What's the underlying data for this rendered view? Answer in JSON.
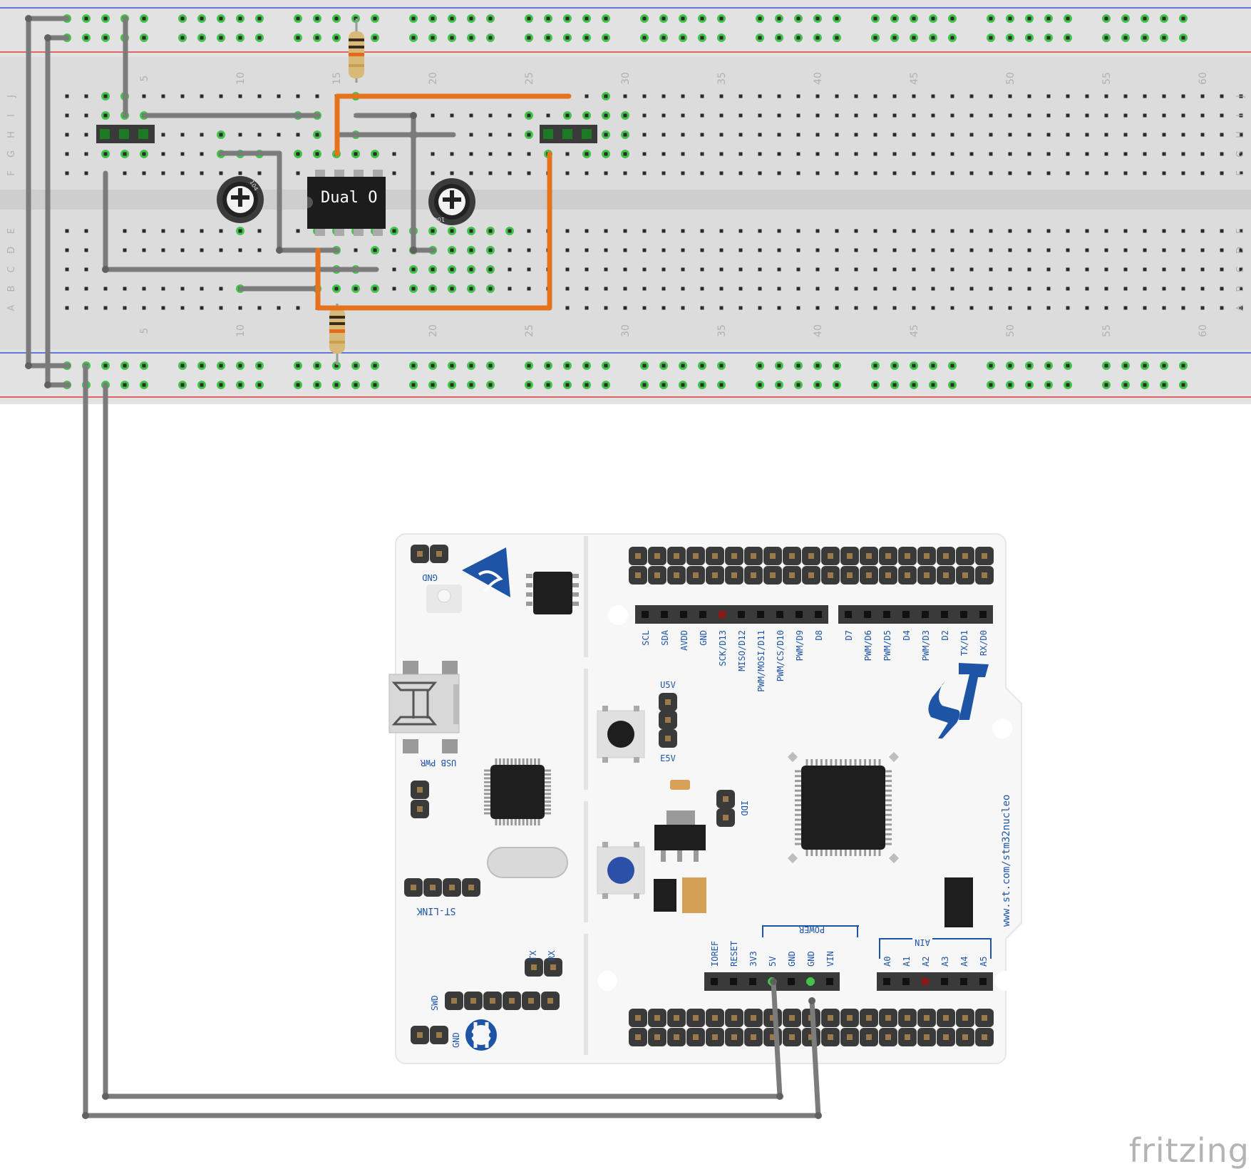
{
  "breadboard": {
    "column_numbers": [
      "5",
      "10",
      "15",
      "20",
      "25",
      "30",
      "35",
      "40",
      "45",
      "50",
      "55",
      "60"
    ],
    "row_letters_top": [
      "J",
      "I",
      "H",
      "G",
      "F"
    ],
    "row_letters_bottom": [
      "E",
      "D",
      "C",
      "B",
      "A"
    ],
    "ic_label": "Dual O"
  },
  "trimpots": [
    {
      "label": "104"
    },
    {
      "label": "104"
    }
  ],
  "nucleo": {
    "gnd_top": "GND",
    "usb_pwr": "USB PWR",
    "st_link": "ST-LINK",
    "tx": "TX",
    "rx": "RX",
    "swd": "SWD",
    "gnd_bottom": "GND",
    "u5v": "U5V",
    "e5v": "E5V",
    "idd": "IDD",
    "url": "www.st.com/stm32nucleo",
    "header_left": [
      "SCL",
      "SDA",
      "AVDD",
      "GND",
      "SCK/D13",
      "MISO/D12",
      "PWM/MOSI/D11",
      "PWM/CS/D10",
      "PWM/D9",
      "D8"
    ],
    "header_right": [
      "D7",
      "PWM/D6",
      "PWM/D5",
      "D4",
      "PWM/D3",
      "D2",
      "TX/D1",
      "RX/D0"
    ],
    "power_title": "POWER",
    "power_pins": [
      "IOREF",
      "RESET",
      "3V3",
      "5V",
      "GND",
      "GND",
      "VIN"
    ],
    "ain_title": "AIN",
    "ain_pins": [
      "A0",
      "A1",
      "A2",
      "A3",
      "A4",
      "A5"
    ]
  },
  "watermark": "fritzing",
  "colors": {
    "breadboard": "#dcdcdc",
    "hole_green": "#44c24c",
    "wire_gray": "#7b7b7b",
    "wire_orange": "#e5731b",
    "rail_red": "#e03a3a",
    "rail_blue": "#3a4fd6",
    "st_blue": "#1d54a6"
  }
}
